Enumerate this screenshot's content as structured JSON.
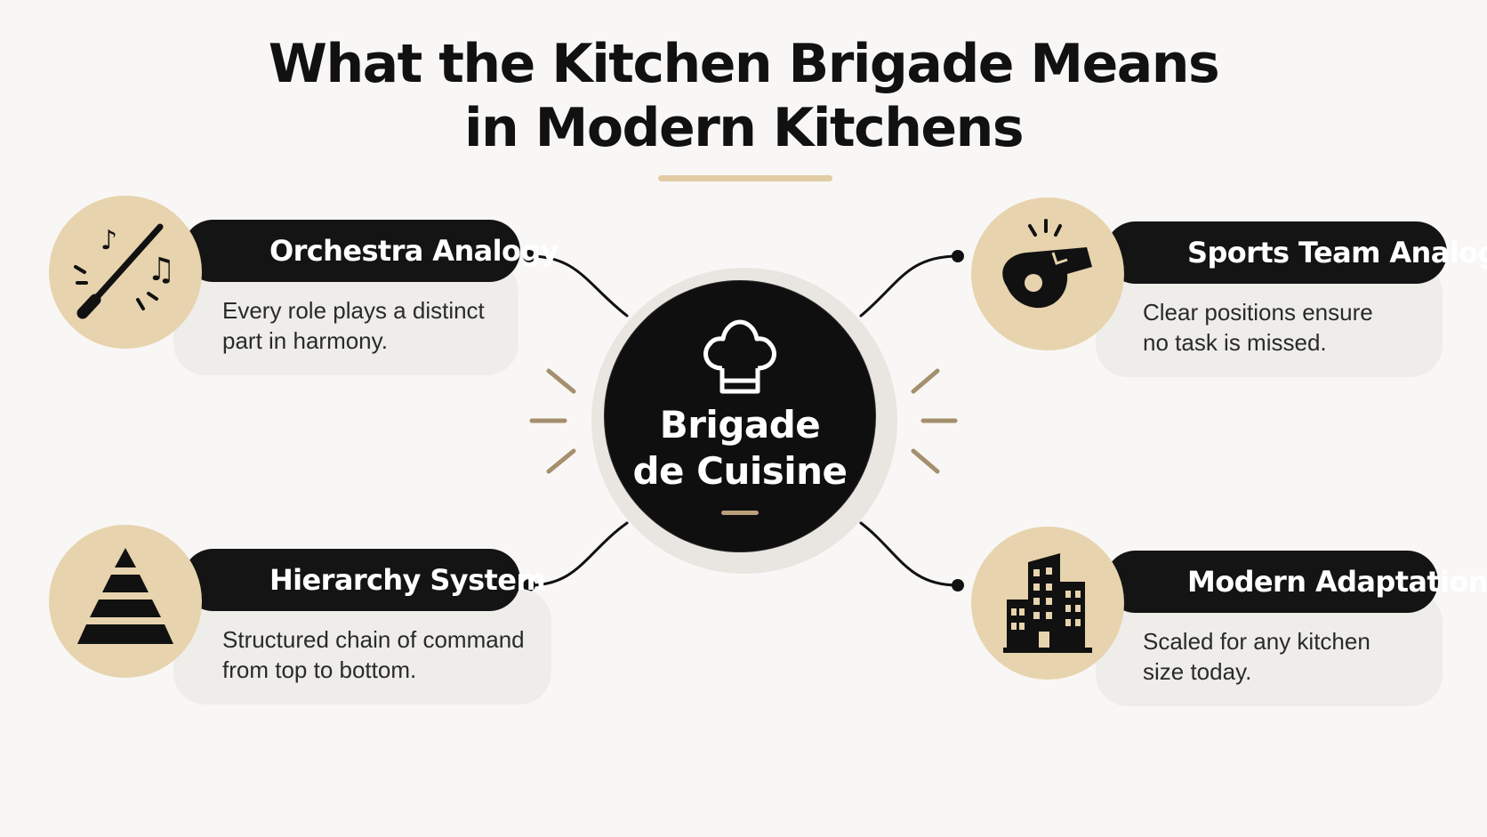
{
  "title": {
    "line1": "What the Kitchen Brigade Means",
    "line2": "in Modern Kitchens"
  },
  "hub": {
    "line1": "Brigade",
    "line2": "de Cuisine",
    "icon": "chef-hat-icon"
  },
  "cards": {
    "orchestra": {
      "title": "Orchestra Analogy",
      "line1": "Every role plays a distinct",
      "line2": "part in harmony.",
      "icon": "conductor-baton-icon"
    },
    "sports": {
      "title": "Sports Team Analogy",
      "line1": "Clear positions ensure",
      "line2": "no task is missed.",
      "icon": "whistle-icon"
    },
    "hierarchy": {
      "title": "Hierarchy System",
      "line1": "Structured chain of command",
      "line2": "from top to bottom.",
      "icon": "pyramid-icon"
    },
    "modern": {
      "title": "Modern Adaptation",
      "line1": "Scaled for any kitchen",
      "line2": "size today.",
      "icon": "building-icon"
    }
  },
  "colors": {
    "accent_beige": "#e7d3ad",
    "accent_gold": "#b9a07a",
    "dark": "#111111",
    "card_bg": "#eeedea",
    "background": "#f8f7f5"
  }
}
